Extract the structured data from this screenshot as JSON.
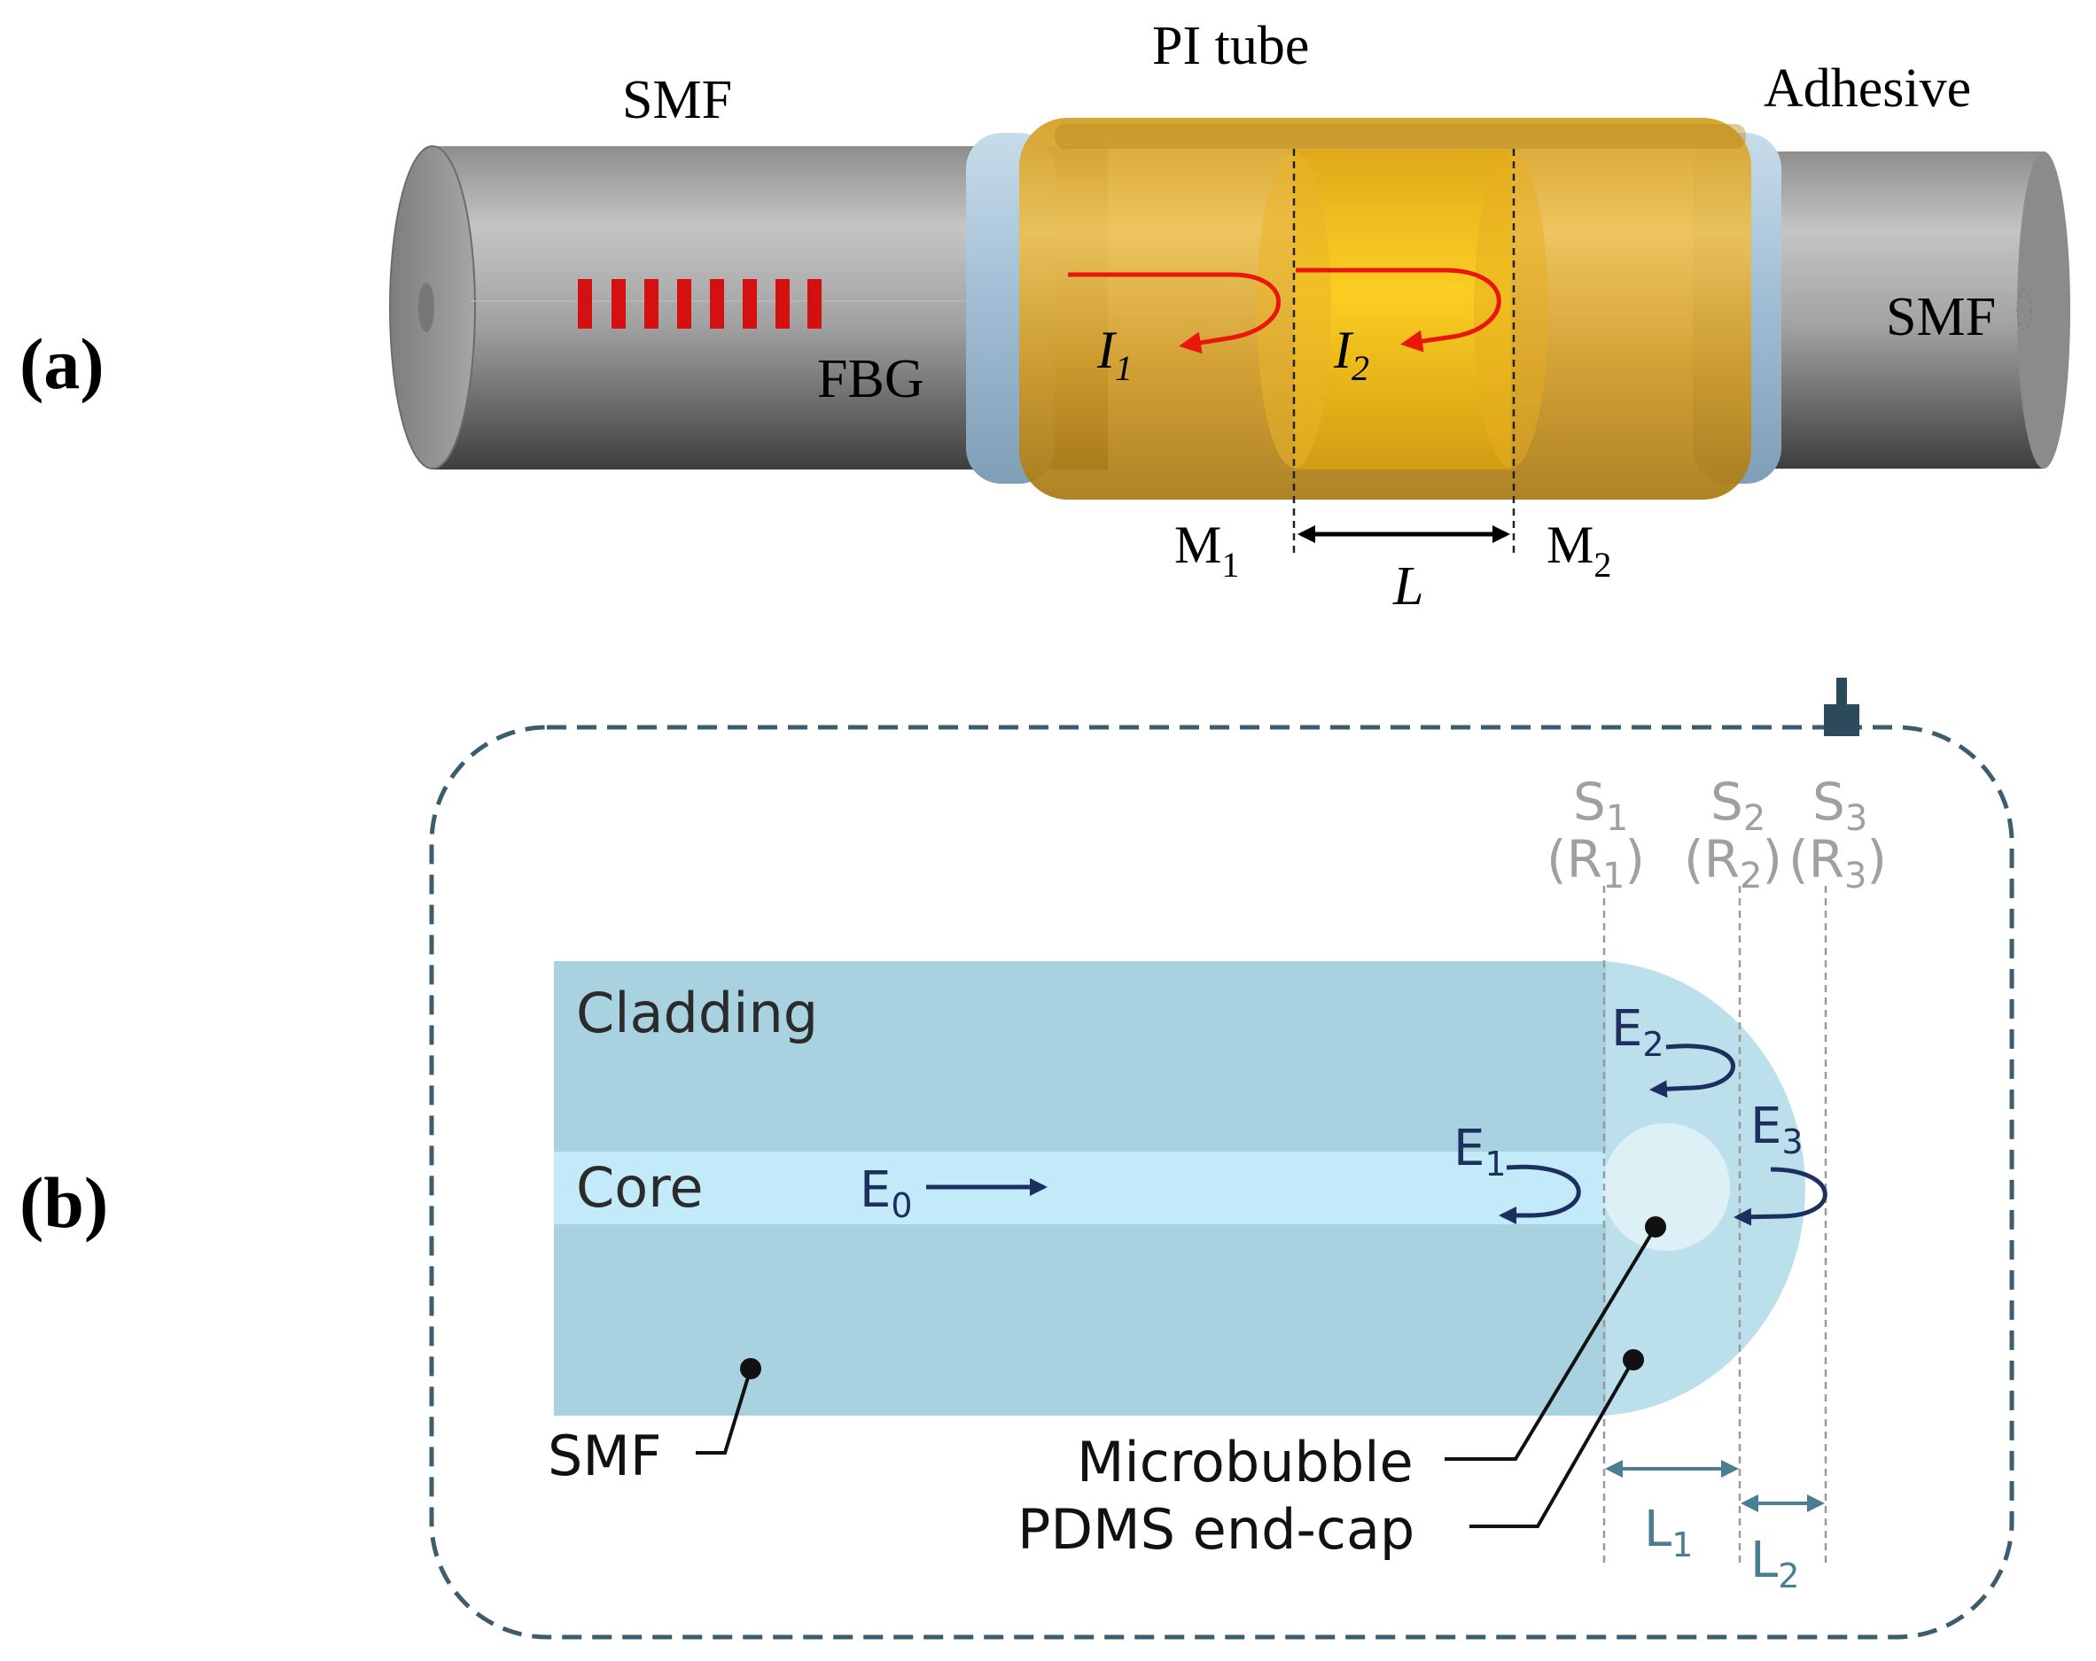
{
  "panel_a": {
    "panel_label": "(a)",
    "labels": {
      "pi_tube": "PI tube",
      "smf_left": "SMF",
      "adhesive": "Adhesive",
      "smf_right": "SMF",
      "fbg": "FBG",
      "i1": "I",
      "i1_sub": "1",
      "i2": "I",
      "i2_sub": "2",
      "m1": "M",
      "m1_sub": "1",
      "m2": "M",
      "m2_sub": "2",
      "length": "L"
    },
    "colors": {
      "fiber": "#a9a9a9",
      "tube": "#e8b734",
      "cavity": "#f2c318",
      "adhesive": "#a9c4d8",
      "grating": "#d51010",
      "light_path": "#e8170a"
    }
  },
  "panel_b": {
    "panel_label": "(b)",
    "labels": {
      "cladding": "Cladding",
      "core": "Core",
      "smf": "SMF",
      "microbubble": "Microbubble",
      "endcap": "PDMS end-cap",
      "e0": "E",
      "e0_sub": "0",
      "e1": "E",
      "e1_sub": "1",
      "e2": "E",
      "e2_sub": "2",
      "e3": "E",
      "e3_sub": "3",
      "s1": "S",
      "s1_sub": "1",
      "r1": "(R",
      "r1_sub": "1",
      "r1_close": ")",
      "s2": "S",
      "s2_sub": "2",
      "r2": "(R",
      "r2_sub": "2",
      "r2_close": ")",
      "s3": "S",
      "s3_sub": "3",
      "r3": "(R",
      "r3_sub": "3",
      "r3_close": ")",
      "l1": "L",
      "l1_sub": "1",
      "l2": "L",
      "l2_sub": "2"
    },
    "colors": {
      "cladding": "#a8d2e0",
      "core": "#c2eaf8",
      "endcap": "#bcdfec",
      "bubble": "#dcf0f6",
      "arrows": "#1c2f5e",
      "frame": "#3d5d6e",
      "surface_labels": "#a0a0a0",
      "length_markers": "#4a7e93"
    }
  }
}
